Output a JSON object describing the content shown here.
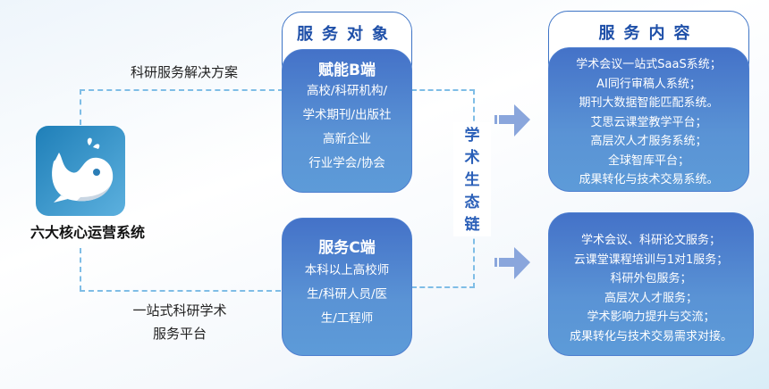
{
  "left": {
    "system_label": "六大核心运营系统",
    "top_label": "科研服务解决方案",
    "bottom_label_lines": [
      "一站式科研学术",
      "服务平台"
    ]
  },
  "targets": {
    "header": "服务对象",
    "b_side": {
      "title": "赋能B端",
      "lines": [
        "高校/科研机构/",
        "学术期刊/出版社",
        "高新企业",
        "行业学会/协会"
      ]
    },
    "c_side": {
      "title": "服务C端",
      "lines": [
        "本科以上高校师",
        "生/科研人员/医",
        "生/工程师"
      ]
    }
  },
  "chain_label": [
    "学",
    "术",
    "生",
    "态",
    "链"
  ],
  "content": {
    "header": "服务内容",
    "b_items": [
      "学术会议一站式SaaS系统；",
      "AI同行审稿人系统；",
      "期刊大数据智能匹配系统。",
      "艾思云课堂教学平台；",
      "高层次人才服务系统；",
      "全球智库平台；",
      "成果转化与技术交易系统。"
    ],
    "c_items": [
      "学术会议、科研论文服务；",
      "云课堂课程培训与1对1服务；",
      "科研外包服务；",
      "高层次人才服务；",
      "学术影响力提升与交流；",
      "成果转化与技术交易需求对接。"
    ]
  },
  "colors": {
    "accent": "#4472c8",
    "dash": "#7fbde6",
    "arrow": "#8aa6dc"
  }
}
